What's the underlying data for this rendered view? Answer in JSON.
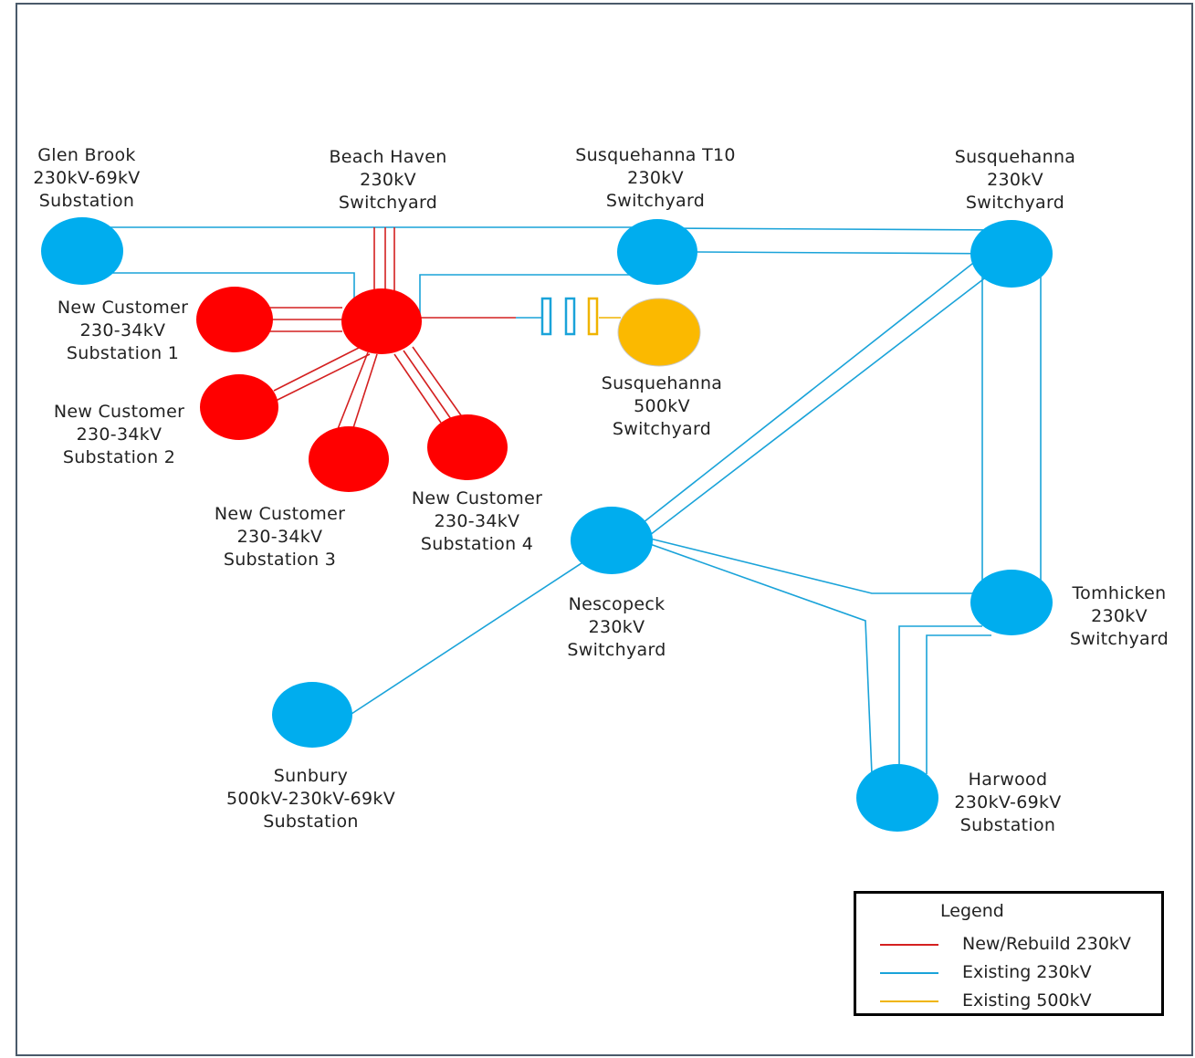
{
  "colors": {
    "new_rebuild_230": "#d42020",
    "existing_230": "#1aa3d9",
    "existing_500": "#f0b400",
    "node_existing": "#00adee",
    "node_new": "#ff0000",
    "node_500": "#fbb900"
  },
  "nodes": {
    "glen_brook": {
      "label": "Glen Brook\n230kV-69kV\nSubstation"
    },
    "beach_haven": {
      "label": "Beach Haven\n230kV\nSwitchyard"
    },
    "susq_t10": {
      "label": "Susquehanna T10\n230kV\nSwitchyard"
    },
    "susq_230": {
      "label": "Susquehanna\n230kV\nSwitchyard"
    },
    "new_cust_1": {
      "label": "New Customer\n230-34kV\nSubstation 1"
    },
    "new_cust_2": {
      "label": "New Customer\n230-34kV\nSubstation 2"
    },
    "new_cust_3": {
      "label": "New Customer\n230-34kV\nSubstation 3"
    },
    "new_cust_4": {
      "label": "New Customer\n230-34kV\nSubstation 4"
    },
    "susq_500": {
      "label": "Susquehanna\n500kV\nSwitchyard"
    },
    "nescopeck": {
      "label": "Nescopeck\n230kV\nSwitchyard"
    },
    "tomhicken": {
      "label": "Tomhicken\n230kV\nSwitchyard"
    },
    "sunbury": {
      "label": "Sunbury\n500kV-230kV-69kV\nSubstation"
    },
    "harwood": {
      "label": "Harwood\n230kV-69kV\nSubstation"
    }
  },
  "legend": {
    "title": "Legend",
    "items": [
      {
        "label": "New/Rebuild 230kV",
        "color_key": "new_rebuild_230"
      },
      {
        "label": "Existing 230kV",
        "color_key": "existing_230"
      },
      {
        "label": "Existing 500kV",
        "color_key": "existing_500"
      }
    ]
  }
}
